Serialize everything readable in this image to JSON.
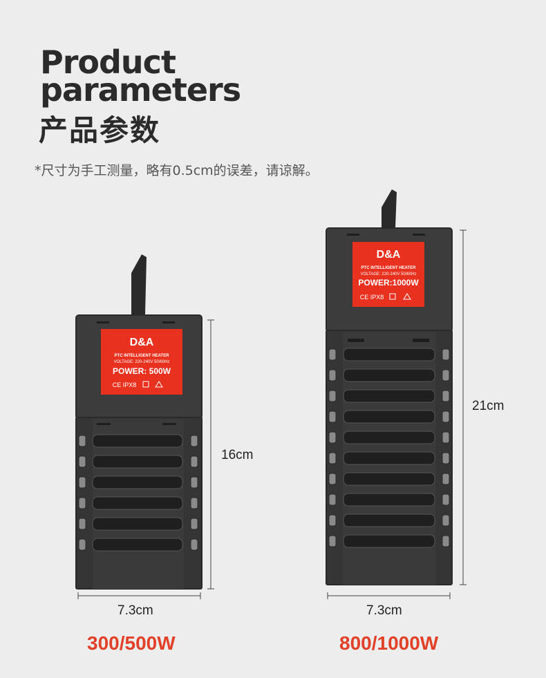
{
  "header": {
    "title_en_line1": "Product",
    "title_en_line2": "parameters",
    "title_cn": "产品参数",
    "note": "*尺寸为手工测量，略有0.5cm的误差，请谅解。"
  },
  "products": [
    {
      "brand": "D&A",
      "label_line1": "PTC INTELLIGENT HEATER",
      "label_line2": "VOLTAGE: 220-240V 50/60Hz",
      "power_text": "POWER:  500W",
      "cert_text": "CE IPX8",
      "height_label": "16cm",
      "width_label": "7.3cm",
      "wattage": "300/500W"
    },
    {
      "brand": "D&A",
      "label_line1": "PTC INTELLIGENT HEATER",
      "label_line2": "VOLTAGE: 220-240V 50/60Hz",
      "power_text": "POWER:1000W",
      "cert_text": "CE IPX8",
      "height_label": "21cm",
      "width_label": "7.3cm",
      "wattage": "800/1000W"
    }
  ],
  "colors": {
    "label_red": "#e8321f",
    "body_dark": "#3a3a3a",
    "accent_text": "#e04128"
  }
}
